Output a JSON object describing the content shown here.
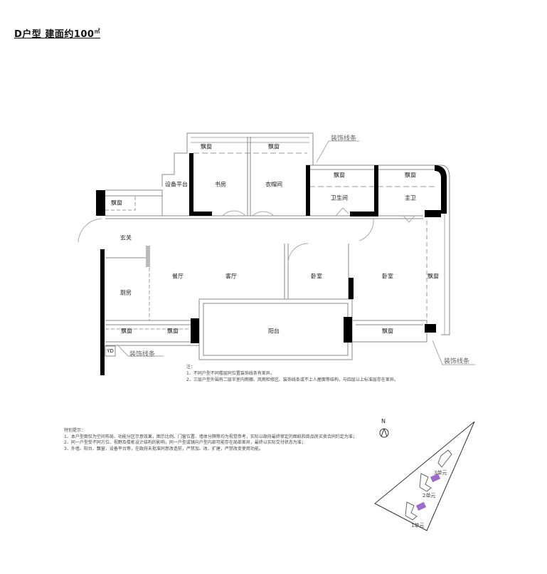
{
  "title": {
    "text": "D户型 建面约100",
    "unit": "㎡"
  },
  "rooms": {
    "bay_top_1": "飘窗",
    "bay_top_2": "飘窗",
    "study": "书房",
    "cloakroom": "衣帽间",
    "equipment": "设备平台",
    "bay_left": "飘窗",
    "foyer": "玄关",
    "dining": "餐厅",
    "living": "客厅",
    "bedroom_1": "卧室",
    "bedroom_2": "卧室",
    "bay_right": "飘窗",
    "kitchen": "厨房",
    "bay_bottom_1": "飘窗",
    "bay_bottom_2": "飘窗",
    "balcony": "阳台",
    "bay_bottom_3": "飘窗",
    "bathroom": "卫生间",
    "master_bath": "主卫",
    "bay_bath": "飘窗",
    "bay_master_bath": "飘窗",
    "yd": "YD"
  },
  "decor": {
    "top": "装饰线条",
    "bottom_left": "装饰线条",
    "bottom_right": "装饰线条"
  },
  "notes": {
    "heading": "注：",
    "items": [
      "1、不同户型不同楼层同位置装饰线条有差异。",
      "2、三层户型外围有二层半室内雨棚、风雨检修区、装饰线条或不上人屋面等结构，与四层以上标准层存在差异。"
    ]
  },
  "tips": {
    "heading": "特别提示：",
    "items": [
      "1、本户型图仅为空间布局、功能分区示意效果，图示比例、门窗位置、墙体分隔等均为视觉参考，实际以政府最终审定的图纸和商品房买卖合同约定为准；",
      "2、同一户型受不同方位、视野及楼栋设计结构的影响，同一户型或镜向户型内部可能存在局部差异，最终以实际交付状态为准；",
      "3、外墙、阳台、飘窗、设备平台等，在政府未批准同意改造前，严禁加、改、扩建，严禁改变使用功能。"
    ]
  },
  "site_map": {
    "north": "N",
    "units": [
      "3单元",
      "2单元",
      "1单元"
    ],
    "highlight_color": "#9b6cc9"
  }
}
